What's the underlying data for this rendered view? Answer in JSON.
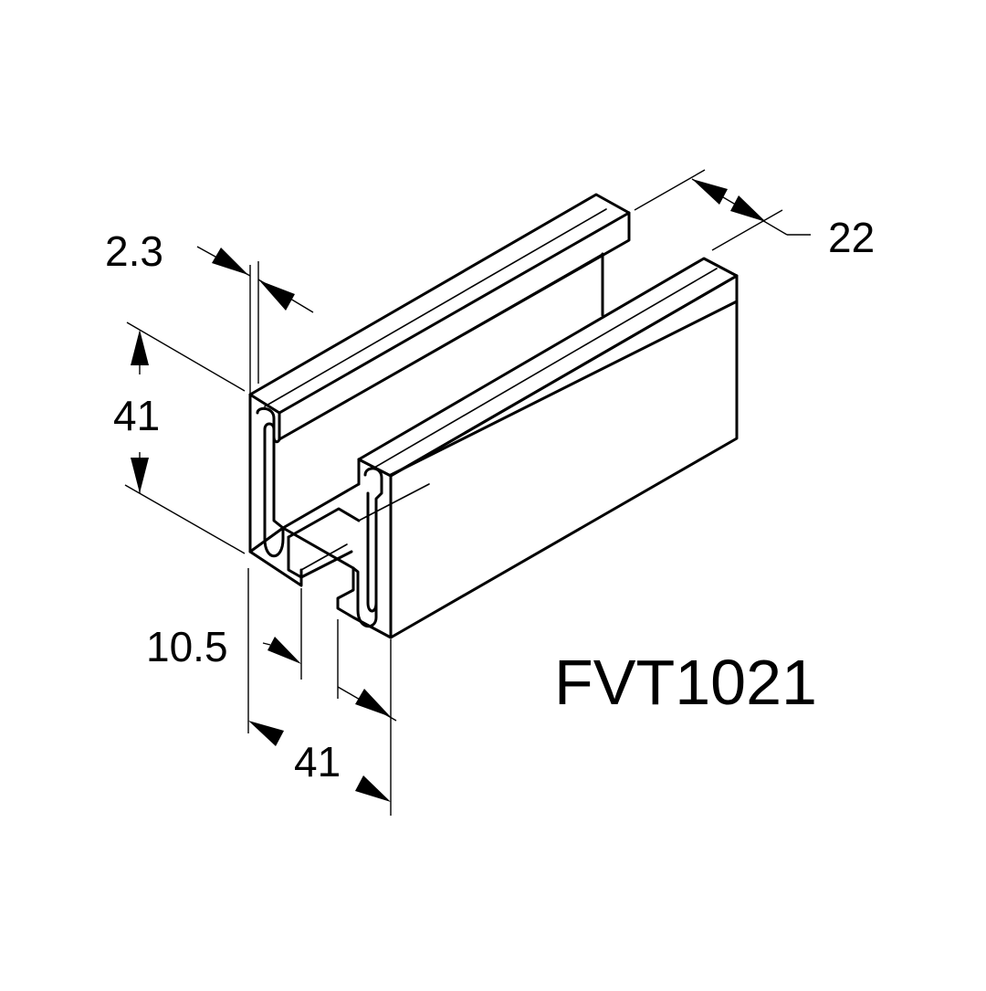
{
  "drawing": {
    "model": "FVT1021",
    "dimensions": {
      "wall_thickness": "2.3",
      "height": "41",
      "slot_width": "22",
      "lip_offset": "10.5",
      "width": "41"
    }
  },
  "colors": {
    "line": "#000000",
    "background": "#ffffff"
  }
}
